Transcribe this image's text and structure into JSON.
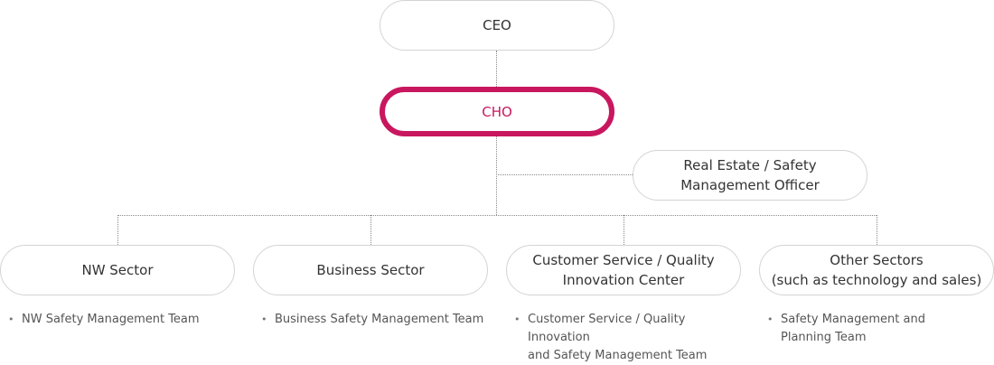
{
  "chart": {
    "ceo": "CEO",
    "cho": "CHO",
    "officer": {
      "line1": "Real Estate / Safety",
      "line2": "Management Officer"
    },
    "sectors": [
      {
        "line1": "NW Sector",
        "line2": "",
        "team_line1": "NW Safety Management Team",
        "team_line2": ""
      },
      {
        "line1": "Business Sector",
        "line2": "",
        "team_line1": "Business Safety Management Team",
        "team_line2": ""
      },
      {
        "line1": "Customer Service / Quality",
        "line2": "Innovation Center",
        "team_line1": "Customer Service / Quality Innovation",
        "team_line2": "and Safety Management Team"
      },
      {
        "line1": "Other Sectors",
        "line2": "(such as technology and sales)",
        "team_line1": "Safety Management and",
        "team_line2": "Planning Team"
      }
    ]
  },
  "colors": {
    "accent": "#c8175e",
    "border": "#d4d4d4",
    "connector": "#8a8a8a"
  }
}
